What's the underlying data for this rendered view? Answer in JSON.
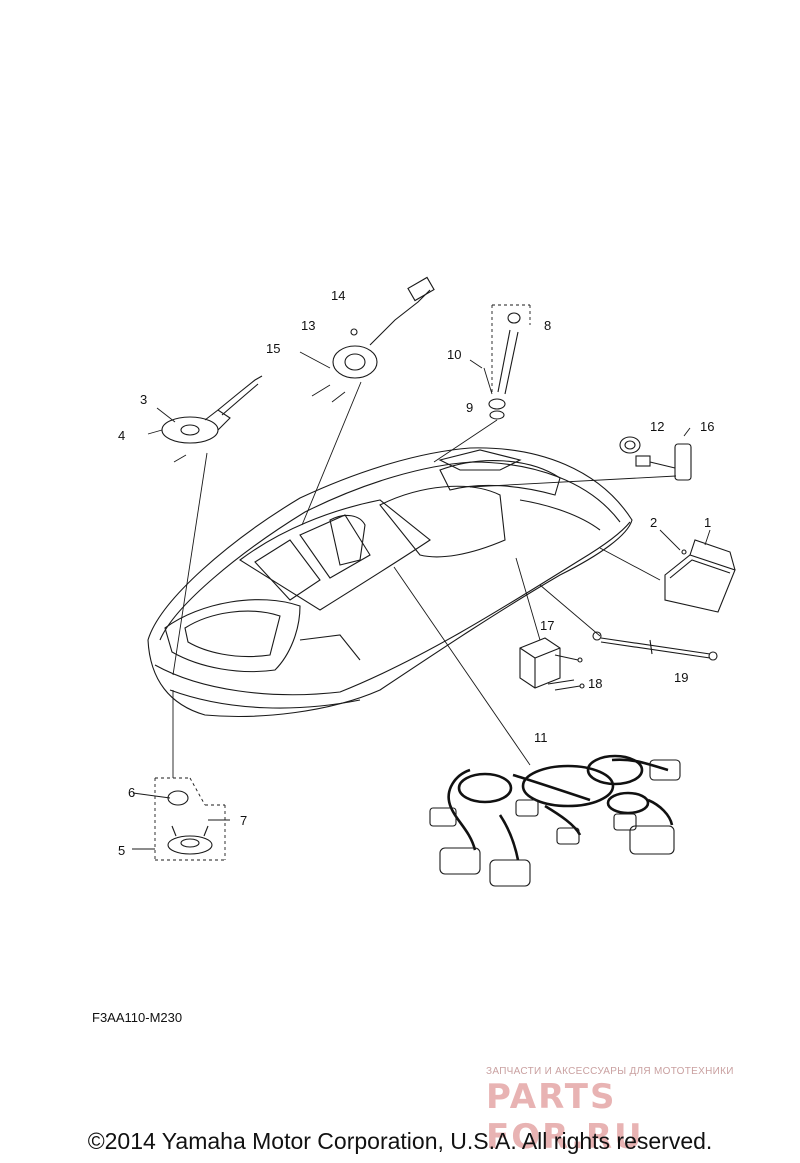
{
  "diagram": {
    "code": "F3AA110-M230",
    "callouts": [
      "1",
      "2",
      "3",
      "4",
      "5",
      "6",
      "7",
      "8",
      "9",
      "10",
      "11",
      "12",
      "13",
      "14",
      "15",
      "16",
      "17",
      "18",
      "19"
    ]
  },
  "watermark": {
    "tagline": "ЗАПЧАСТИ И АКСЕССУАРЫ ДЛЯ МОТОТЕХНИКИ",
    "logo": "PARTS FOR.RU"
  },
  "footer": {
    "copyright": "©2014 Yamaha Motor Corporation, U.S.A. All rights reserved."
  },
  "colors": {
    "line": "#1a1a1a",
    "watermark": "#e8b3b3"
  }
}
